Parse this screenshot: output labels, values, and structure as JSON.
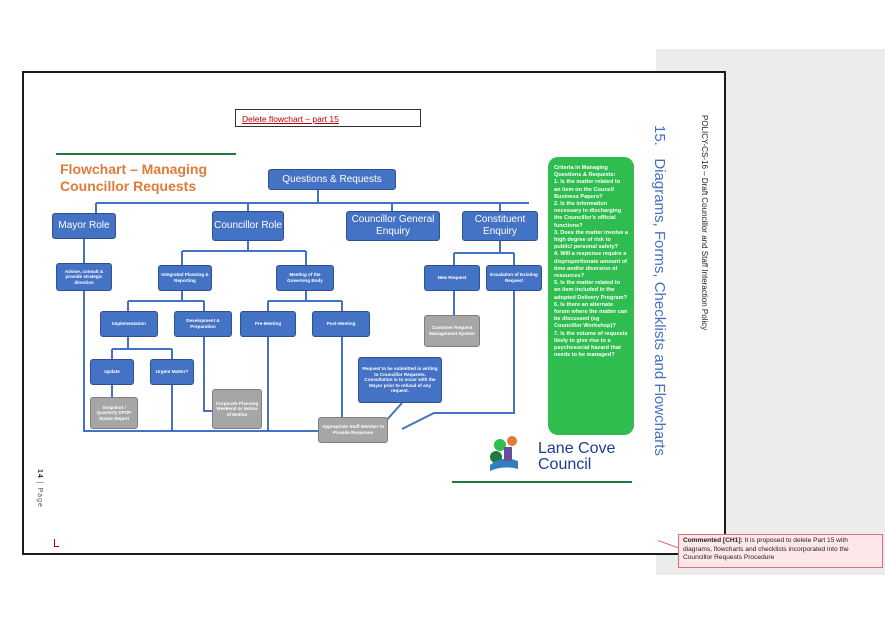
{
  "delete_label": "Delete flowchart – part 15",
  "flowchart": {
    "title_line1": "Flowchart – Managing",
    "title_line2": "Councillor Requests",
    "nodes": {
      "questions": "Questions & Requests",
      "mayor": "Mayor Role",
      "councillor": "Councillor Role",
      "general": "Councillor General Enquiry",
      "constituent": "Constituent Enquiry",
      "advise": "Advise, consult & provide strategic direction",
      "integrated": "Integrated Planning & Reporting",
      "meeting": "Meeting of the Governing Body",
      "new_request": "New Request",
      "escalation": "Escalation of Existing Request",
      "implementation": "Implementation",
      "development": "Development & Preparation",
      "pre_meeting": "Pre-Meeting",
      "post_meeting": "Post-Meeting",
      "crm": "Customer Request Management System",
      "update": "Update",
      "urgent": "Urgent Matter?",
      "snapshot": "Snapshot / Quarterly DPOP Status Report",
      "corporate": "Corporate Planning Weekend or Notice of Motion",
      "written": "Request to be submitted in writing to Councillor Requests. Consultation is to occur with the Mayor prior to refusal of any request.",
      "staff": "Appropriate Staff Member to Provide Response"
    },
    "criteria_lines": [
      "Criteria in Managing Questions & Requests:",
      "1. Is the matter related to an item on the Council Business Papers?",
      "2. Is the information necessary in discharging the Councillor's official functions?",
      "3. Does the matter involve a high degree of risk to public/ personal safety?",
      "4. Will a response require a disproportionate amount of time and/or diversion of resources?",
      "5. Is the matter related to an item included in the adopted Delivery Program?",
      "6. Is there an alternate forum where the matter can be discussed (eg Councillor Workshop)?",
      "7. Is the volume of requests likely to give rise to a psychosocial hazard that needs to be managed?"
    ],
    "logo_line1": "Lane Cove",
    "logo_line2": "Council"
  },
  "section_heading": "15.   Diagrams, Forms, Checklists and Flowcharts",
  "page_number": "14",
  "page_label": "Page",
  "policy_title": "POLICY-CS-16 – Draft Councillor and Staff Interaction Policy",
  "comment": {
    "author": "Commented [CH1]:",
    "text": " It is proposed to delete Part 15 with diagrams, flowcharts and checklists incorporated into the Councillor Requests Procedure"
  },
  "colors": {
    "node_blue": "#4472c4",
    "node_grey": "#a6a6a6",
    "criteria_green": "#2ebd4e",
    "title_orange": "#e07b39",
    "heading_blue": "#4472c4"
  },
  "icons": [
    "lane-cove-logo-icon"
  ]
}
